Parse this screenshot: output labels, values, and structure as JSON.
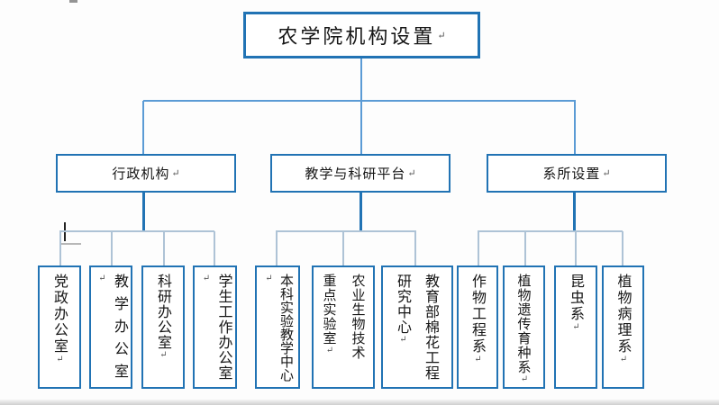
{
  "title": {
    "label": "农学院机构设置"
  },
  "para_mark": "↵",
  "branches": [
    {
      "label": "行政机构",
      "children": [
        "党政办公室",
        "教学办公室",
        "科研办公室",
        "学生工作办公室"
      ]
    },
    {
      "label": "教学与科研平台",
      "children": [
        "本科实验教学中心",
        "农业生物技术\n重点实验室",
        "教育部棉花工程\n研究中心"
      ]
    },
    {
      "label": "系所设置",
      "children": [
        "作物工程系",
        "植物遗传育种系",
        "昆虫系",
        "植物病理系"
      ]
    }
  ],
  "colors": {
    "box_border": "#2173B4",
    "connector_primary": "#5B9BD5",
    "connector_light": "#AEC3D6"
  }
}
